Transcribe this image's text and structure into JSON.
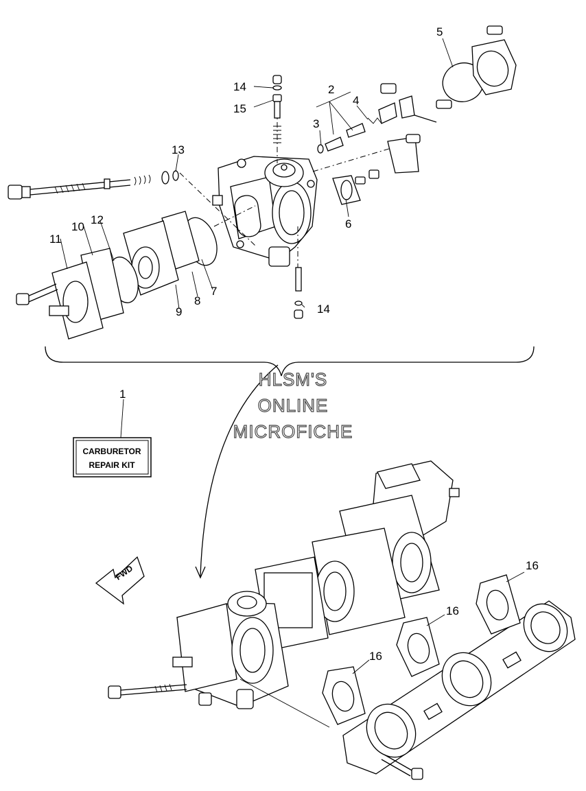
{
  "watermark": {
    "line1": "HLSM'S",
    "line2": "ONLINE",
    "line3": "MICROFICHE"
  },
  "kit_box": {
    "line1": "CARBURETOR",
    "line2": "REPAIR KIT"
  },
  "fwd_label": "FWD",
  "callouts": {
    "c1": "1",
    "c2": "2",
    "c3": "3",
    "c4": "4",
    "c5": "5",
    "c6": "6",
    "c7": "7",
    "c8": "8",
    "c9": "9",
    "c10": "10",
    "c11": "11",
    "c12": "12",
    "c13": "13",
    "c14a": "14",
    "c14b": "14",
    "c15": "15",
    "c16a": "16",
    "c16b": "16",
    "c16c": "16"
  }
}
